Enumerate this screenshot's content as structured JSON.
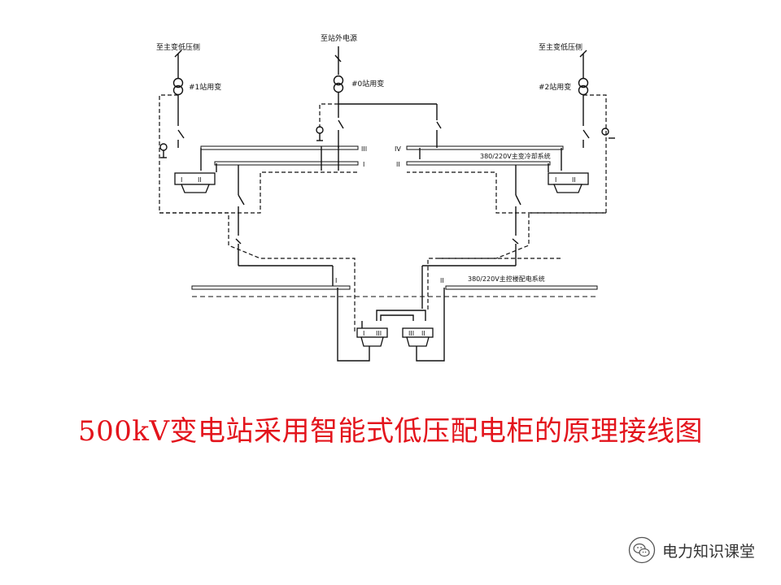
{
  "diagram": {
    "labels": {
      "top_left": "至主变低压侧",
      "top_center": "至站外电源",
      "top_right": "至主变低压侧",
      "transformer_1": "#1站用变",
      "transformer_0": "#0站用变",
      "transformer_2": "#2站用变",
      "bus_3": "III",
      "bus_4": "IV",
      "bus_1_upper": "I",
      "bus_2_upper": "II",
      "bus_1_lower": "I",
      "bus_2_lower": "II",
      "system_upper": "380/220V主变冷却系统",
      "system_lower": "380/220V主控楼配电系统",
      "cab_roman_1": "I",
      "cab_roman_2": "II",
      "cab_roman_3": "III"
    }
  },
  "caption": "500kV变电站采用智能式低压配电柜的原理接线图",
  "watermark": {
    "text": "电力知识课堂",
    "icon": "wechat-icon"
  },
  "colors": {
    "caption": "#e3141c",
    "line": "#111111"
  }
}
